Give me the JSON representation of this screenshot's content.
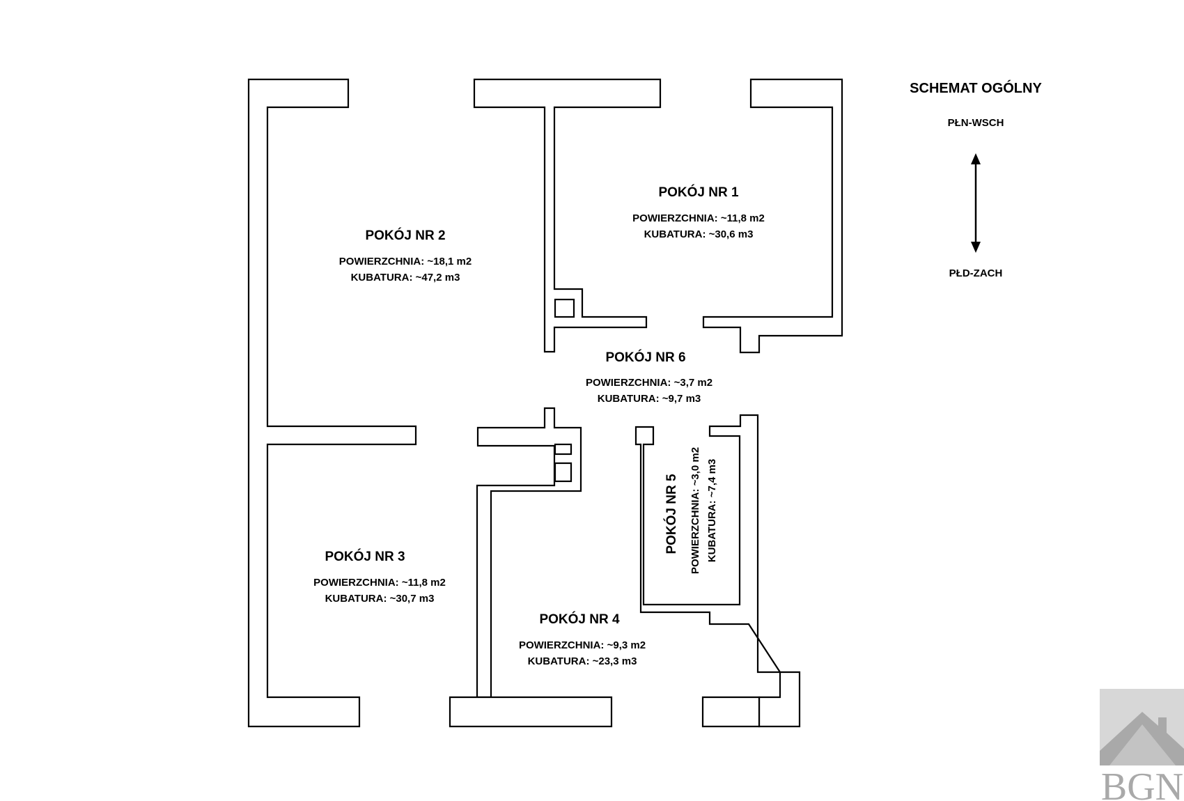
{
  "rooms": [
    {
      "id": "room-2",
      "name": "POKÓJ NR 2",
      "area": "POWIERZCHNIA: ~18,1 m2",
      "volume": "KUBATURA: ~47,2 m3"
    },
    {
      "id": "room-1",
      "name": "POKÓJ NR 1",
      "area": "POWIERZCHNIA: ~11,8 m2",
      "volume": "KUBATURA: ~30,6 m3"
    },
    {
      "id": "room-6",
      "name": "POKÓJ NR 6",
      "area": "POWIERZCHNIA: ~3,7 m2",
      "volume": "KUBATURA: ~9,7 m3"
    },
    {
      "id": "room-3",
      "name": "POKÓJ NR 3",
      "area": "POWIERZCHNIA: ~11,8 m2",
      "volume": "KUBATURA: ~30,7 m3"
    },
    {
      "id": "room-4",
      "name": "POKÓJ NR 4",
      "area": "POWIERZCHNIA: ~9,3 m2",
      "volume": "KUBATURA: ~23,3 m3"
    },
    {
      "id": "room-5",
      "name": "POKÓJ NR 5",
      "area": "POWIERZCHNIA: ~3,0 m2",
      "volume": "KUBATURA: ~7,4 m3"
    }
  ],
  "legend": {
    "title": "SCHEMAT OGÓLNY",
    "north": "PŁN-WSCH",
    "south": "PŁD-ZACH"
  },
  "logo": {
    "text": "BGN"
  },
  "colors": {
    "walls": "#000000",
    "background": "#ffffff",
    "logo": "#a9a9a9"
  }
}
